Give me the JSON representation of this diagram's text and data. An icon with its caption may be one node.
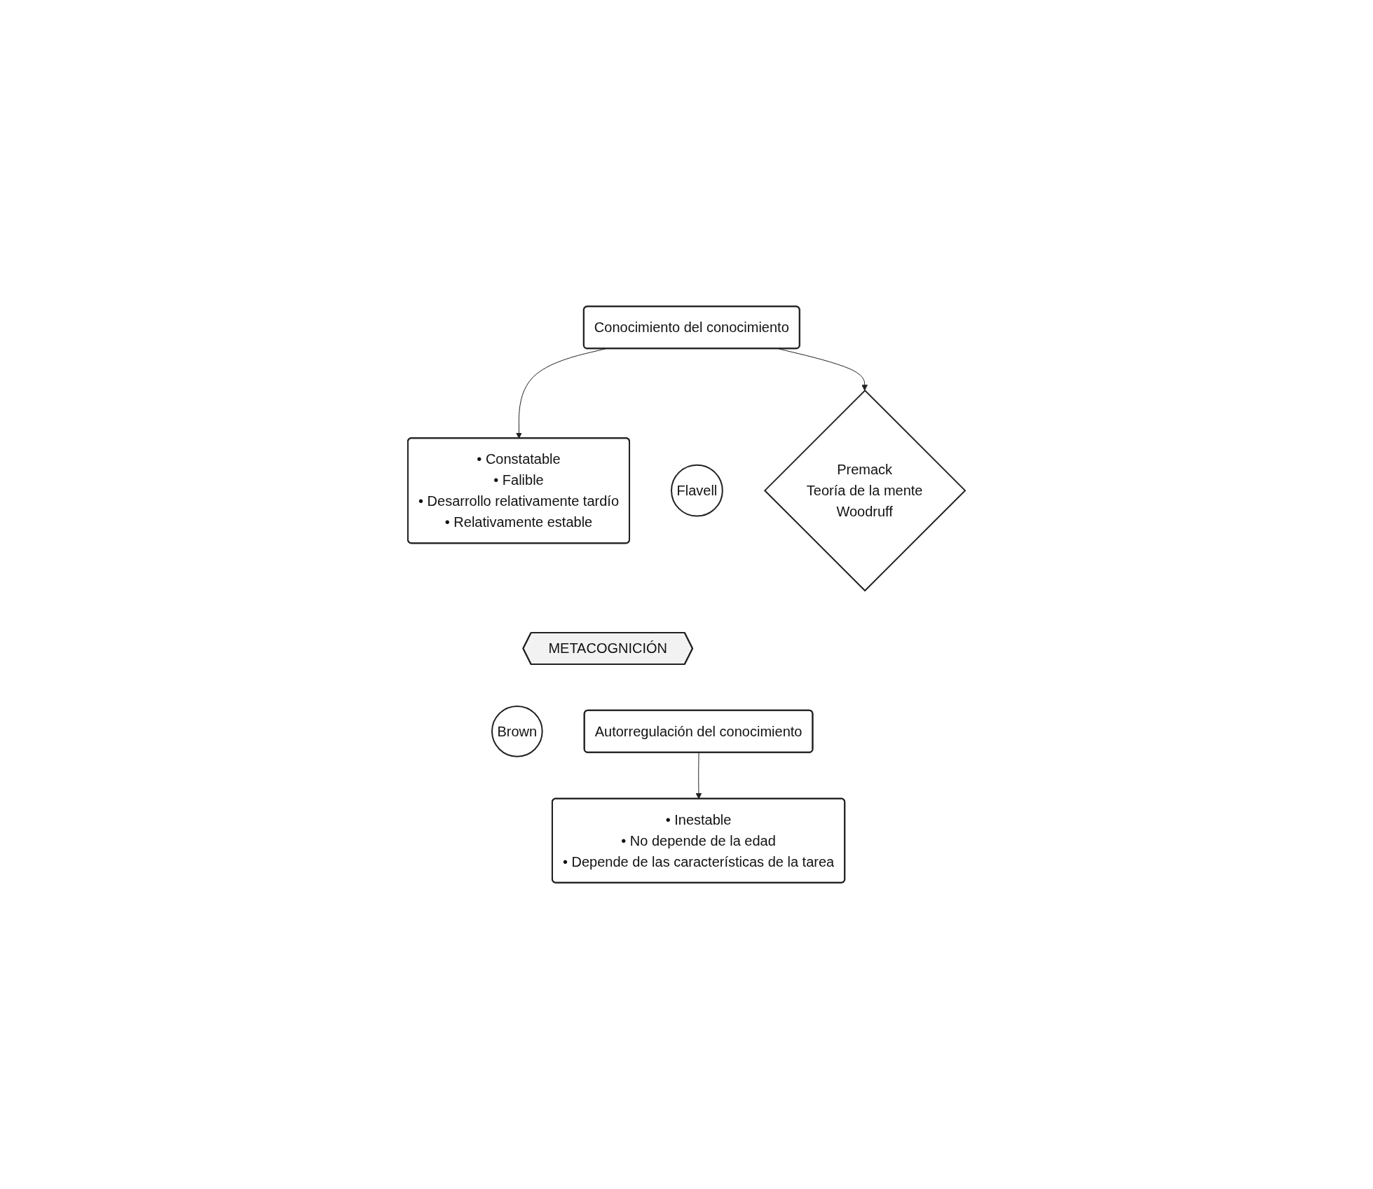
{
  "diagram": {
    "nodes": [
      {
        "text": [
          "Flavell"
        ]
      },
      {
        "text": [
          "• Constatable",
          "• Falible",
          "• Desarrollo relativamente tardío",
          "• Relativamente estable"
        ]
      },
      {
        "text": [
          "Conocimiento del conocimiento"
        ]
      },
      {
        "text": [
          "Premack",
          "Teoría de la mente",
          "Woodruff"
        ]
      },
      {
        "text": [
          "METACOGNICIÓN"
        ]
      },
      {
        "text": [
          "Brown"
        ]
      },
      {
        "text": [
          "Autorregulación del conocimiento"
        ]
      },
      {
        "text": [
          "• Inestable",
          "• No depende de la edad",
          "• Depende de las características de la tarea"
        ]
      }
    ],
    "edges": [
      {
        "from": 2,
        "to": 1,
        "arrow": "to"
      },
      {
        "from": 2,
        "to": 3,
        "arrow": "to"
      },
      {
        "from": 6,
        "to": 7,
        "arrow": "to"
      }
    ]
  }
}
